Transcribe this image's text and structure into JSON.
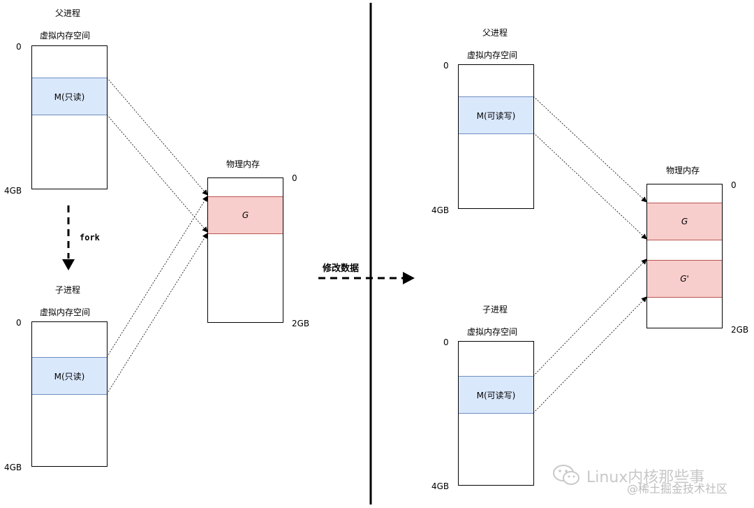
{
  "left": {
    "parent": {
      "title": "父进程",
      "space_label": "虚拟内存空间",
      "start": "0",
      "end": "4GB",
      "segment": "M(只读)"
    },
    "fork_label": "fork",
    "child": {
      "title": "子进程",
      "space_label": "虚拟内存空间",
      "start": "0",
      "end": "4GB",
      "segment": "M(只读)"
    },
    "physical": {
      "title": "物理内存",
      "start": "0",
      "end": "2GB",
      "segment": "G"
    }
  },
  "transition_label": "修改数据",
  "right": {
    "parent": {
      "title": "父进程",
      "space_label": "虚拟内存空间",
      "start": "0",
      "end": "4GB",
      "segment": "M(可读写)"
    },
    "child": {
      "title": "子进程",
      "space_label": "虚拟内存空间",
      "start": "0",
      "end": "4GB",
      "segment": "M(可读写)"
    },
    "physical": {
      "title": "物理内存",
      "start": "0",
      "end": "2GB",
      "segment_g": "G",
      "segment_g2": "G'"
    }
  },
  "watermark": {
    "brand": "Linux内核那些事",
    "sub": "@稀土掘金技术社区"
  },
  "colors": {
    "virtual_segment": "#dae8fc",
    "virtual_segment_border": "#6c8ebf",
    "physical_segment": "#f8cecc",
    "physical_segment_border": "#b85450"
  }
}
